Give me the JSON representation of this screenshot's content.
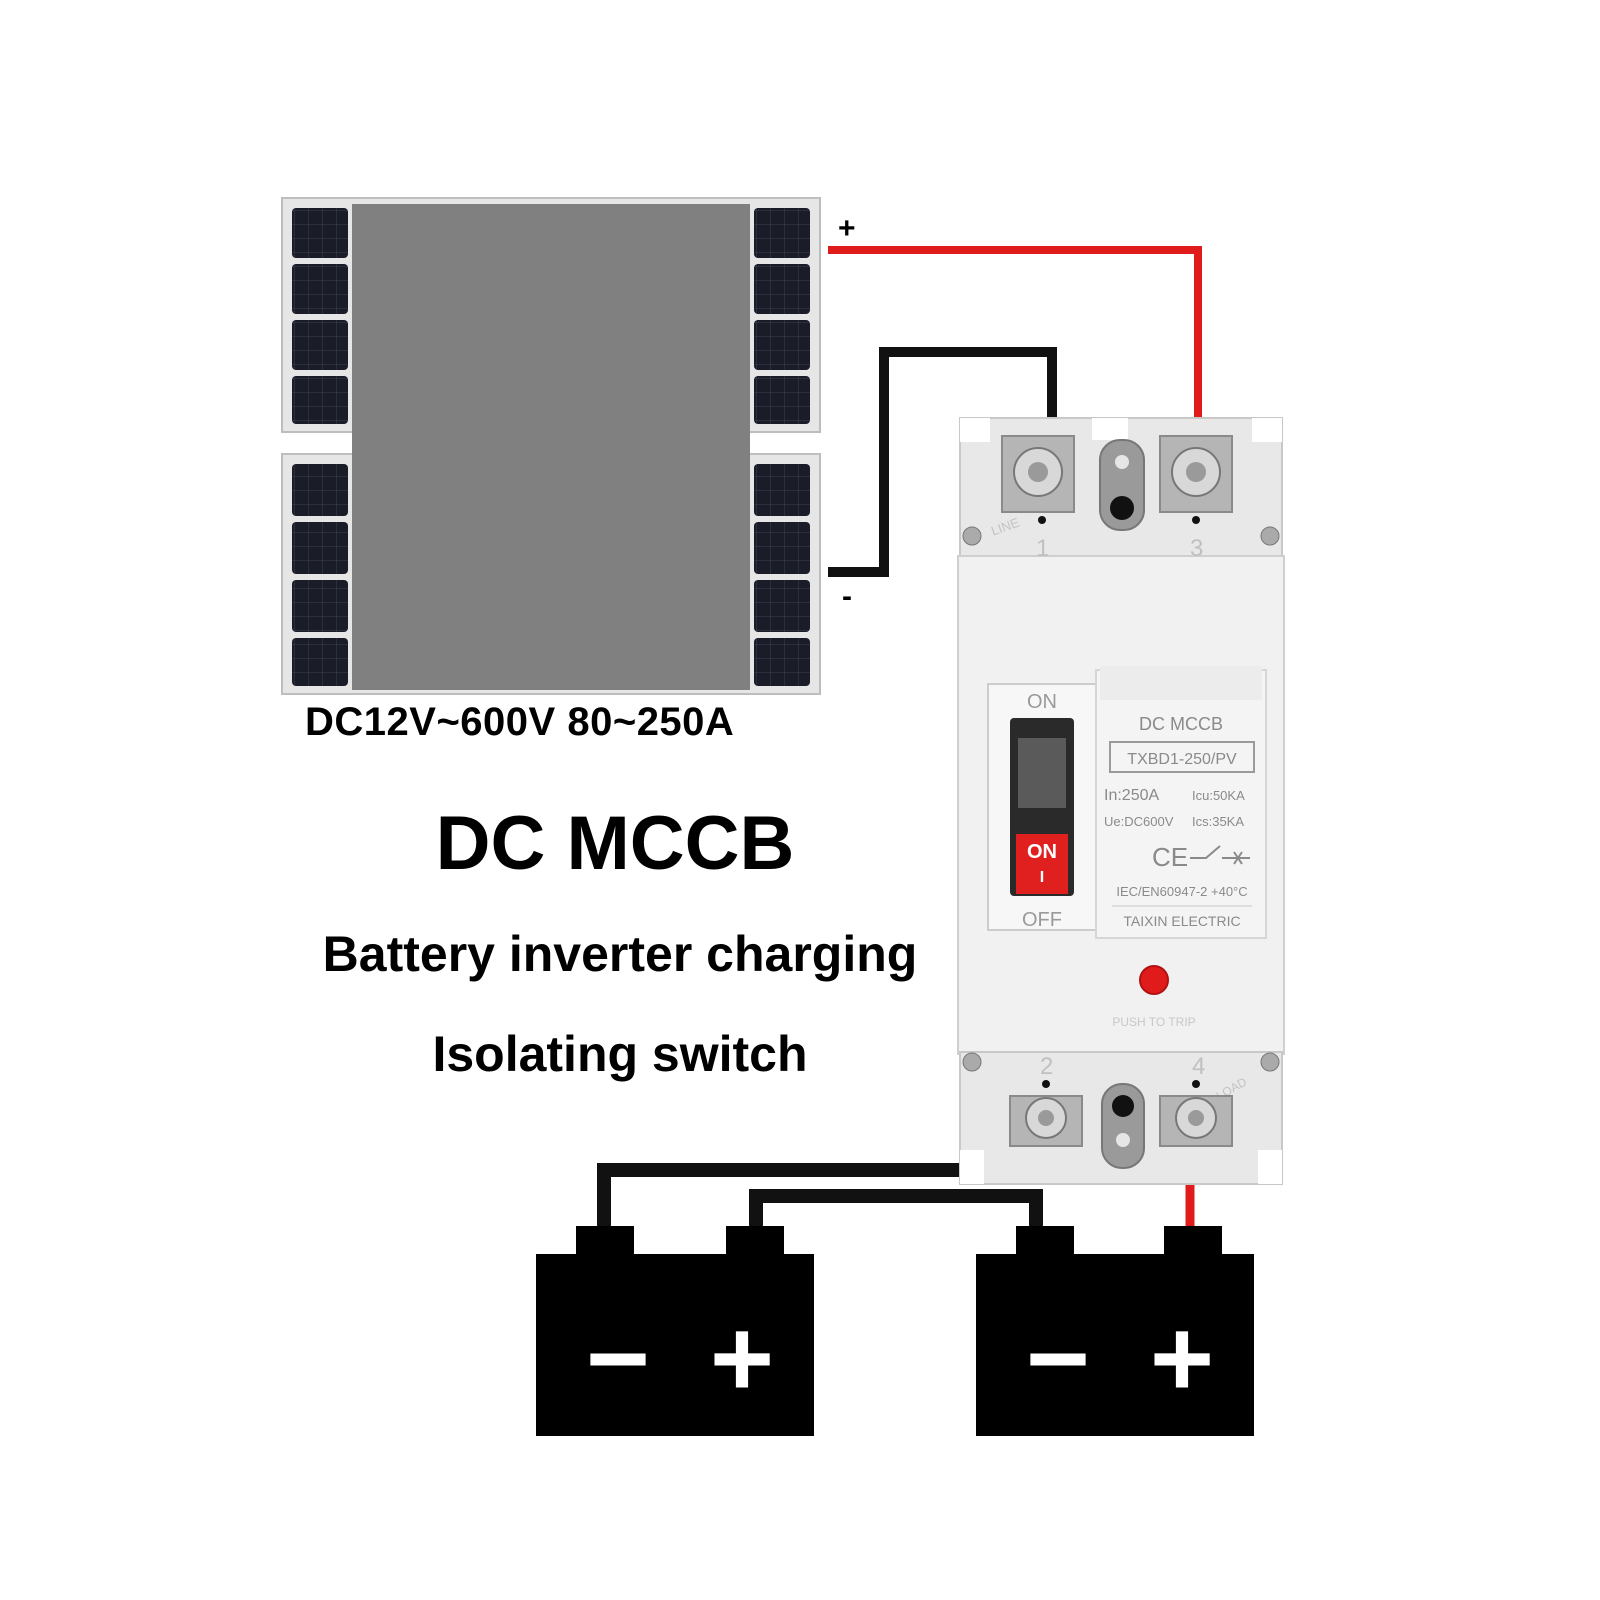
{
  "spec_range": "DC12V~600V 80~250A",
  "title": "DC MCCB",
  "subtitle_line1": "Battery inverter charging",
  "subtitle_line2": "Isolating switch",
  "panel_polarity": {
    "positive": "+",
    "negative": "-"
  },
  "breaker": {
    "handle_on_top": "ON",
    "handle_off_bottom": "OFF",
    "handle_window_on": "ON",
    "handle_window_mark": "I",
    "label_title": "DC MCCB",
    "model": "TXBD1-250/PV",
    "in_rating": "In:250A",
    "icu": "Icu:50KA",
    "ue": "Ue:DC600V",
    "ics": "Ics:35KA",
    "ce_mark": "CE",
    "standard": "IEC/EN60947-2 +40°C",
    "brand": "TAIXIN ELECTRIC",
    "push_to_trip": "PUSH TO TRIP",
    "line_label": "LINE",
    "load_label": "LOAD",
    "terminal_top_left": "1",
    "terminal_top_right": "3",
    "terminal_bottom_left": "2",
    "terminal_bottom_right": "4"
  },
  "batteries": [
    {
      "minus": "−",
      "plus": "+"
    },
    {
      "minus": "−",
      "plus": "+"
    }
  ],
  "colors": {
    "positive_wire": "#e01b1b",
    "negative_wire": "#111111",
    "breaker_body": "#eeeeee",
    "handle_red": "#e0201e",
    "panel_cell": "#1a1d28",
    "panel_mask": "#808080"
  }
}
